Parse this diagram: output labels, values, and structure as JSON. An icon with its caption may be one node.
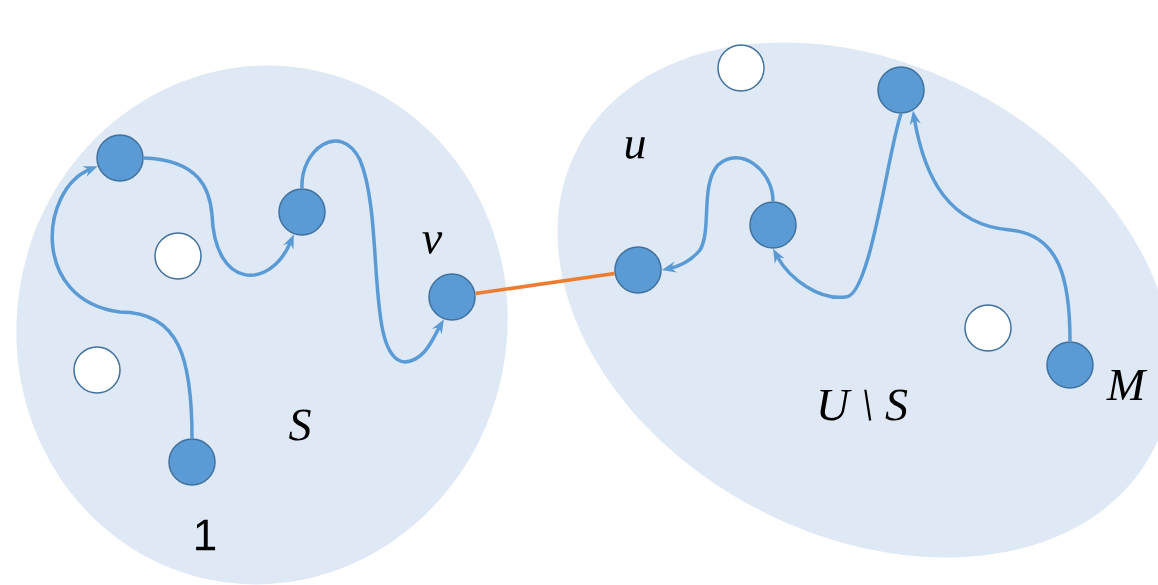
{
  "diagram": {
    "nodes": [
      {
        "text": [
          "S"
        ]
      },
      {
        "text": [
          "U \\ S"
        ]
      },
      {
        "text": [],
        "shape": "circle",
        "in": 0
      },
      {
        "text": [],
        "shape": "circle",
        "in": 0
      },
      {
        "text": [],
        "shape": "circle",
        "in": 0
      },
      {
        "text": [],
        "shape": "circle",
        "in": 0,
        "beside": [
          "v"
        ]
      },
      {
        "text": [],
        "shape": "circle",
        "in": 0
      },
      {
        "text": [],
        "shape": "circle",
        "in": 0,
        "beside": [
          "1"
        ]
      },
      {
        "text": [],
        "shape": "circle",
        "in": 1
      },
      {
        "text": [],
        "shape": "circle",
        "in": 1
      },
      {
        "text": [],
        "shape": "circle",
        "in": 1
      },
      {
        "text": [],
        "shape": "circle",
        "in": 1,
        "beside": [
          "u"
        ]
      },
      {
        "text": [],
        "shape": "circle",
        "in": 1
      },
      {
        "text": [],
        "shape": "circle",
        "in": 1,
        "beside": [
          "M"
        ]
      }
    ],
    "edges": [
      {
        "from": 7,
        "to": 2,
        "arrow": "to"
      },
      {
        "from": 2,
        "to": 3,
        "arrow": "to"
      },
      {
        "from": 3,
        "to": 5,
        "arrow": "to"
      },
      {
        "from": 5,
        "to": 11,
        "arrow": "none",
        "color": "#ed7d31"
      },
      {
        "from": 10,
        "to": 11,
        "arrow": "to"
      },
      {
        "from": 9,
        "to": 10,
        "arrow": "to"
      },
      {
        "from": 13,
        "to": 9,
        "arrow": "to"
      }
    ]
  }
}
